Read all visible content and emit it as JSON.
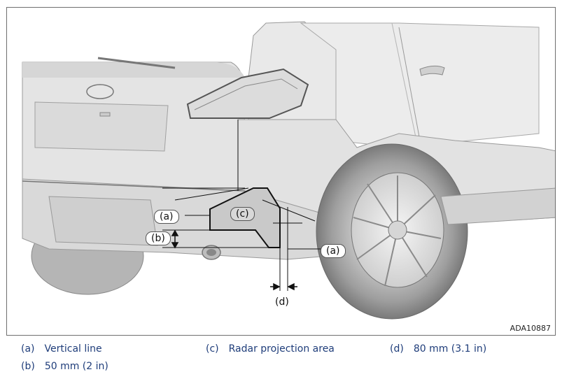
{
  "figure": {
    "code": "ADA10887",
    "callouts": {
      "a": "(a)",
      "b": "(b)",
      "c": "(c)",
      "d": "(d)"
    }
  },
  "legend": [
    {
      "key": "(a)",
      "text": "Vertical line"
    },
    {
      "key": "(b)",
      "text": "50 mm (2 in)"
    },
    {
      "key": "(c)",
      "text": "Radar projection area"
    },
    {
      "key": "(d)",
      "text": "80 mm (3.1 in)"
    }
  ],
  "colors": {
    "legend_text": "#1f3d7a",
    "vehicle_body": "#e3e3e3",
    "radar_area": "#c9c9c9"
  }
}
